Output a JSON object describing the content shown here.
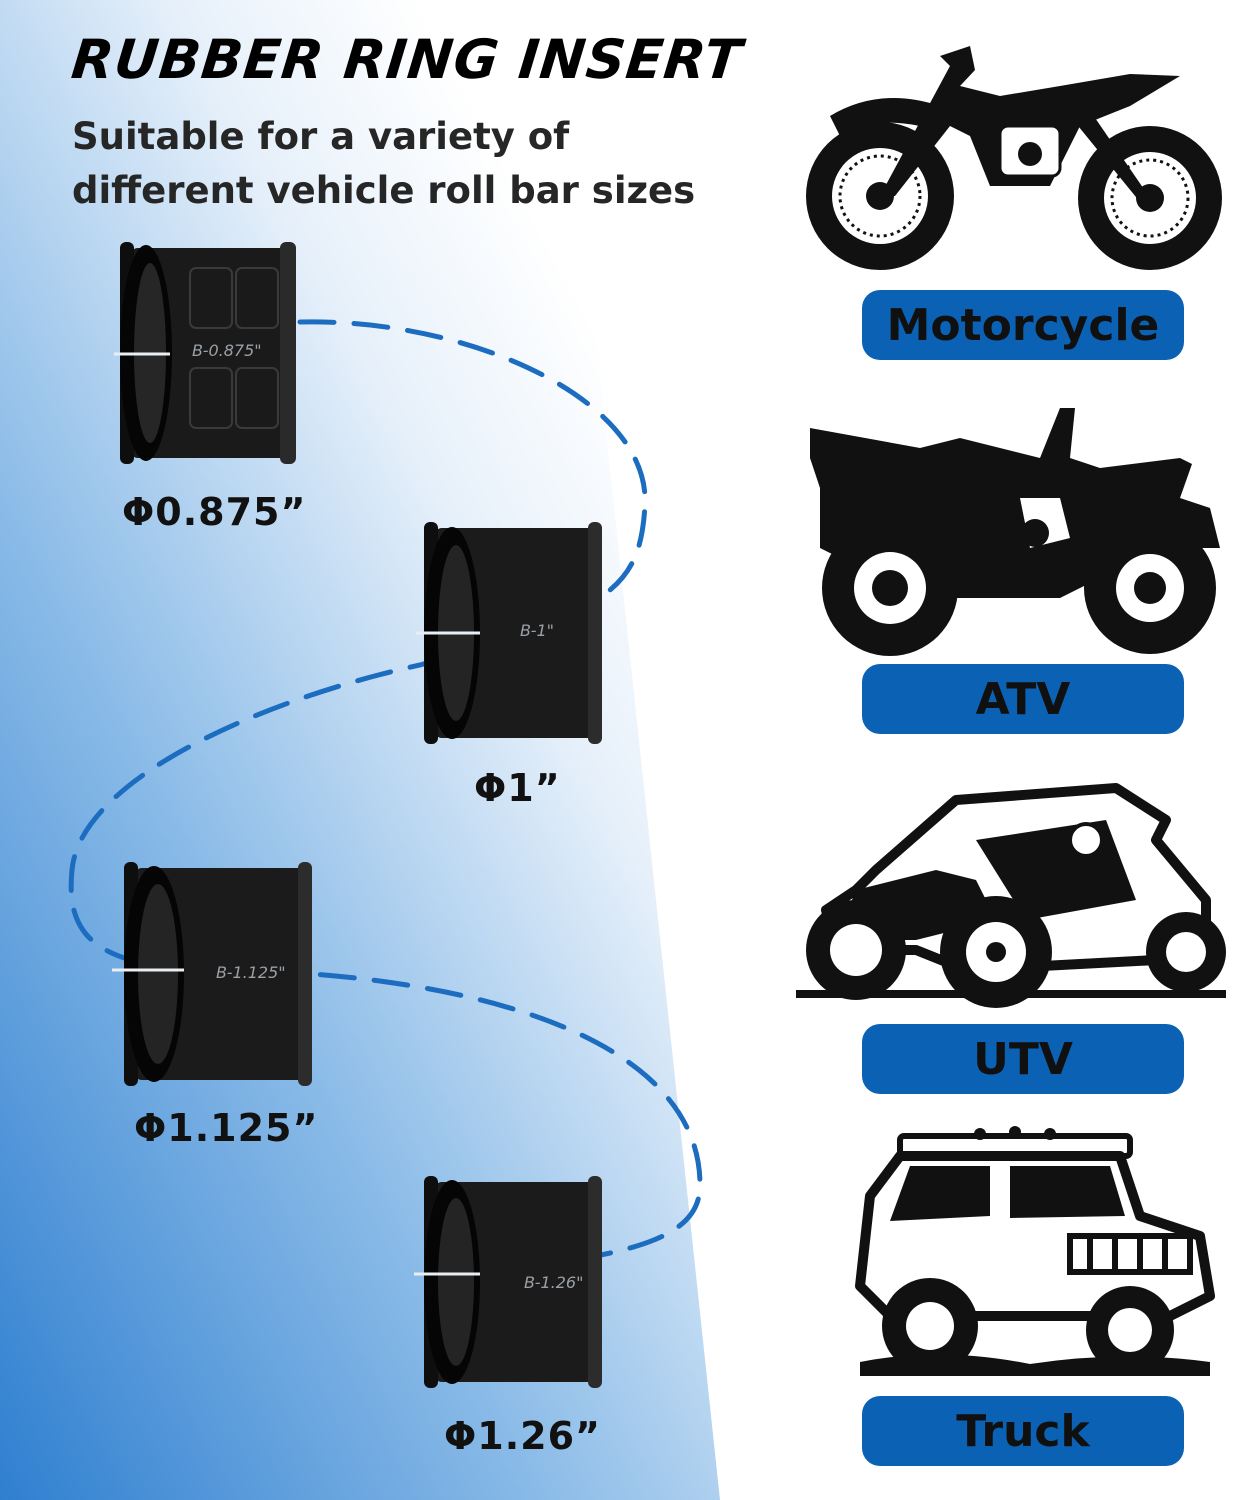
{
  "title": "RUBBER RING INSERT",
  "subtitle_lines": [
    "Suitable for a variety of",
    "different vehicle roll bar sizes"
  ],
  "rings": [
    {
      "engraving": "B-0.875\"",
      "size": "Φ0.875”"
    },
    {
      "engraving": "B-1\"",
      "size": "Φ1”"
    },
    {
      "engraving": "B-1.125\"",
      "size": "Φ1.125”"
    },
    {
      "engraving": "B-1.26\"",
      "size": "Φ1.26”"
    }
  ],
  "vehicles": [
    {
      "label": "Motorcycle",
      "icon": "motorcycle-icon"
    },
    {
      "label": "ATV",
      "icon": "atv-icon"
    },
    {
      "label": "UTV",
      "icon": "utv-icon"
    },
    {
      "label": "Truck",
      "icon": "truck-icon"
    }
  ],
  "colors": {
    "gradient_blue": "#2f7fd0",
    "pill_blue": "#0b62b5",
    "dash_blue": "#1c6cc0",
    "ring_black": "#161616"
  }
}
